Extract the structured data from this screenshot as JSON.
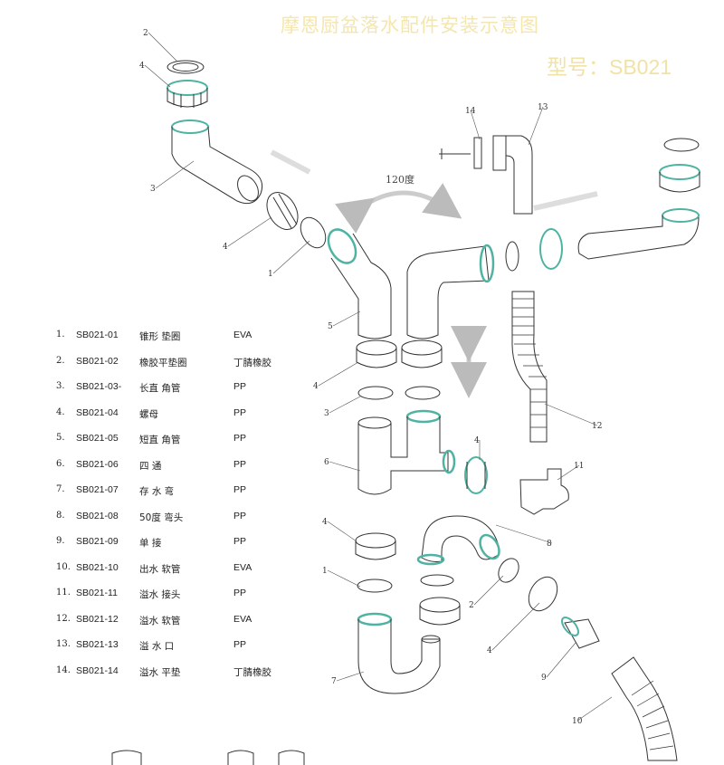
{
  "title": "摩恩厨盆落水配件安装示意图",
  "model": "型号：SB021",
  "angle_label": "120度",
  "parts": [
    {
      "num": "1.",
      "code": "SB021-01",
      "name": "锥形  垫圈",
      "material": "EVA"
    },
    {
      "num": "2.",
      "code": "SB021-02",
      "name": "橡胶平垫圈",
      "material": "丁腈橡胶"
    },
    {
      "num": "3.",
      "code": "SB021-03-",
      "name": "长直  角管",
      "material": "PP"
    },
    {
      "num": "4.",
      "code": "SB021-04",
      "name": "螺母",
      "material": "PP"
    },
    {
      "num": "5.",
      "code": "SB021-05",
      "name": "短直  角管",
      "material": "PP"
    },
    {
      "num": "6.",
      "code": "SB021-06",
      "name": "四      通",
      "material": "PP"
    },
    {
      "num": "7.",
      "code": "SB021-07",
      "name": "存  水  弯",
      "material": "PP"
    },
    {
      "num": "8.",
      "code": "SB021-08",
      "name": "50度   弯头",
      "material": "PP"
    },
    {
      "num": "9.",
      "code": "SB021-09",
      "name": "单      接",
      "material": "PP"
    },
    {
      "num": "10.",
      "code": "SB021-10",
      "name": "出水  软管",
      "material": "EVA"
    },
    {
      "num": "11.",
      "code": "SB021-11",
      "name": "溢水  接头",
      "material": "PP"
    },
    {
      "num": "12.",
      "code": "SB021-12",
      "name": "溢水  软管",
      "material": "EVA"
    },
    {
      "num": "13.",
      "code": "SB021-13",
      "name": "溢  水  口",
      "material": "PP"
    },
    {
      "num": "14.",
      "code": "SB021-14",
      "name": "溢水  平垫",
      "material": "丁腈橡胶"
    }
  ],
  "callouts": [
    "2",
    "4",
    "3",
    "4",
    "1",
    "5",
    "14",
    "13",
    "4",
    "3",
    "6",
    "4",
    "1",
    "7",
    "12",
    "4",
    "11",
    "8",
    "2",
    "4",
    "9",
    "10"
  ],
  "colors": {
    "accent": "#4fb3a3",
    "line": "#333333",
    "title": "#f4e6b0"
  }
}
